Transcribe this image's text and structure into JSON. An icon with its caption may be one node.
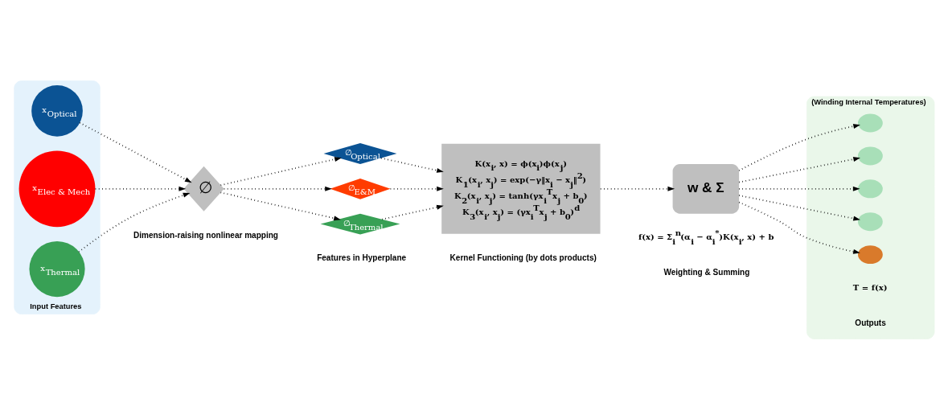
{
  "diagram": {
    "nodes": [
      {
        "text": [
          "Input Features"
        ]
      },
      {
        "text": [
          "x$_{Optical}$"
        ],
        "in": 0
      },
      {
        "text": [
          "x$_{Elec & Mech}$"
        ],
        "in": 0
      },
      {
        "text": [
          "x$_{Thermal}$"
        ],
        "in": 0
      },
      {
        "text": [
          "∅"
        ]
      },
      {
        "text": [
          "∅$_{Optical}$"
        ]
      },
      {
        "text": [
          "∅$_{E&M}$"
        ]
      },
      {
        "text": [
          "∅$_{Thermal}$"
        ]
      },
      {
        "text": [
          "K(x$_{i}$, x) = ϕ(x$_{i}$)ϕ(x$_{j}$)",
          "K$_{1}$(x$_{i}$, x$_{j}$) = exp(−γ‖x$_{i}$ − x$_{j}$‖$^{2}$)",
          "K$_{2}$(x$_{i}$, x$_{j}$) = tanh(γx$_{i}$$^{T}$x$_{j}$ + b$_{0}$)",
          "K$_{3}$(x$_{i}$, x$_{j}$) = (γx$_{i}$$^{T}$x$_{j}$ + b$_{0}$)$^{d}$"
        ],
        "beside": [
          "Kernel Functioning (by dots products)"
        ]
      },
      {
        "text": [
          "w & Σ"
        ],
        "beside": [
          "f(x) = Σ$_{i}$$^{n}$(α$_{i}$ − α$_{i}$$^{*}$)K(x$_{i}$, x) + b",
          "Weighting & Summing"
        ]
      },
      {
        "text": [
          "(Winding Internal Temperatures)"
        ],
        "beside": [
          "T = f(x)",
          "Outputs"
        ]
      },
      {
        "text": [],
        "shape": "circle",
        "in": 10
      },
      {
        "text": [],
        "shape": "circle",
        "in": 10
      },
      {
        "text": [],
        "shape": "circle",
        "in": 10
      },
      {
        "text": [],
        "shape": "circle",
        "in": 10
      },
      {
        "text": [],
        "shape": "circle",
        "in": 10
      }
    ],
    "edges": [
      {
        "from": 1,
        "to": 4,
        "arrow": "to"
      },
      {
        "from": 2,
        "to": 4,
        "arrow": "to"
      },
      {
        "from": 3,
        "to": 4,
        "arrow": "to"
      },
      {
        "from": 4,
        "to": 5,
        "arrow": "to"
      },
      {
        "from": 4,
        "to": 6,
        "arrow": "to"
      },
      {
        "from": 4,
        "to": 7,
        "arrow": "to"
      },
      {
        "from": 5,
        "to": 8,
        "arrow": "to"
      },
      {
        "from": 6,
        "to": 8,
        "arrow": "to"
      },
      {
        "from": 7,
        "to": 8,
        "arrow": "to"
      },
      {
        "from": 8,
        "to": 9,
        "arrow": "to"
      },
      {
        "from": 9,
        "to": 11,
        "arrow": "to"
      },
      {
        "from": 9,
        "to": 12,
        "arrow": "to"
      },
      {
        "from": 9,
        "to": 13,
        "arrow": "to"
      },
      {
        "from": 9,
        "to": 14,
        "arrow": "to"
      },
      {
        "from": 9,
        "to": 15,
        "arrow": "to"
      }
    ],
    "labels": [
      "Dimension-raising nonlinear mapping",
      "Features in Hyperplane"
    ]
  }
}
